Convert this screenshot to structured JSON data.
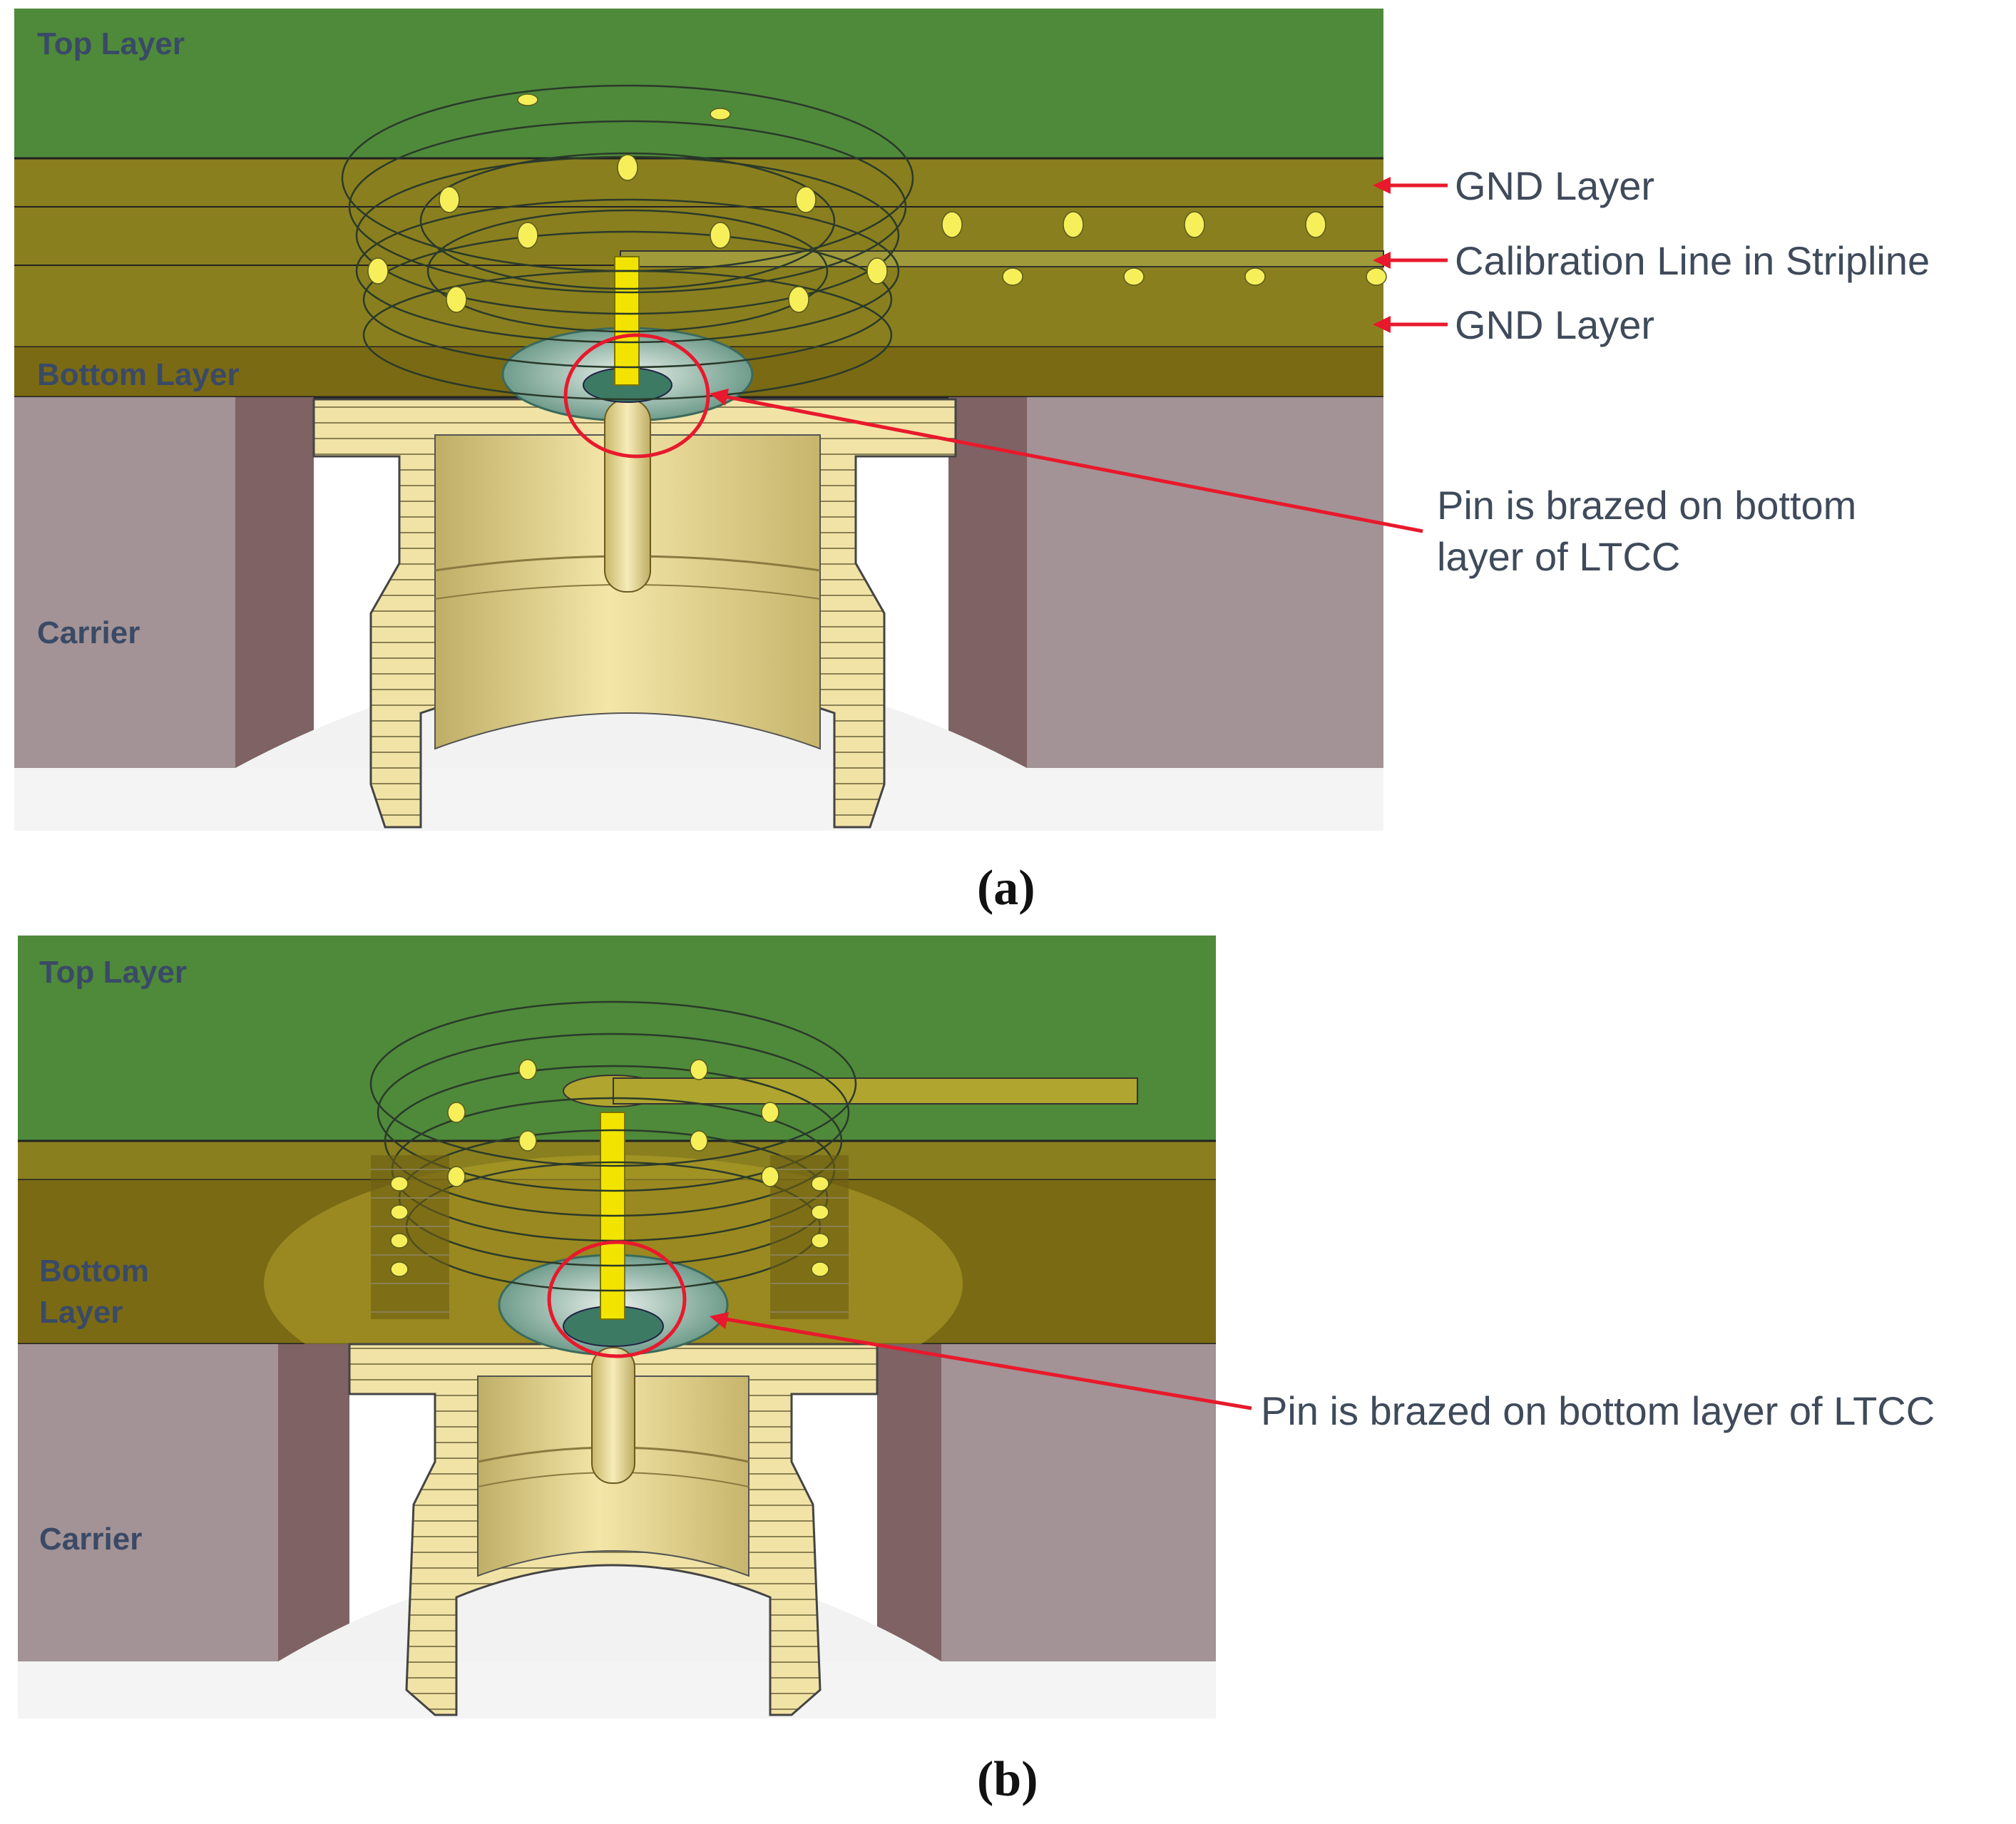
{
  "panels": [
    {
      "caption": "(a)",
      "labels": {
        "top_layer": "Top Layer",
        "bottom_layer": "Bottom Layer",
        "carrier": "Carrier"
      },
      "annotations": {
        "gnd_layer_upper": "GND Layer",
        "calibration_line": "Calibration Line in Stripline",
        "gnd_layer_lower": "GND Layer",
        "pin_line1": "Pin is brazed on bottom",
        "pin_line2": "layer of LTCC"
      }
    },
    {
      "caption": "(b)",
      "labels": {
        "top_layer": "Top Layer",
        "bottom_layer_line1": "Bottom",
        "bottom_layer_line2": "Layer",
        "carrier": "Carrier"
      },
      "annotations": {
        "pin": "Pin is brazed on bottom layer of LTCC"
      }
    }
  ],
  "colors": {
    "top_layer": "#4e8a3a",
    "ltcc_layer": "#8a7f1e",
    "bottom_layer": "#7a6a14",
    "carrier": "#a39396",
    "connector": "#f1e3a6",
    "pin": "#f2e400",
    "annotation_red": "#e8192c"
  }
}
